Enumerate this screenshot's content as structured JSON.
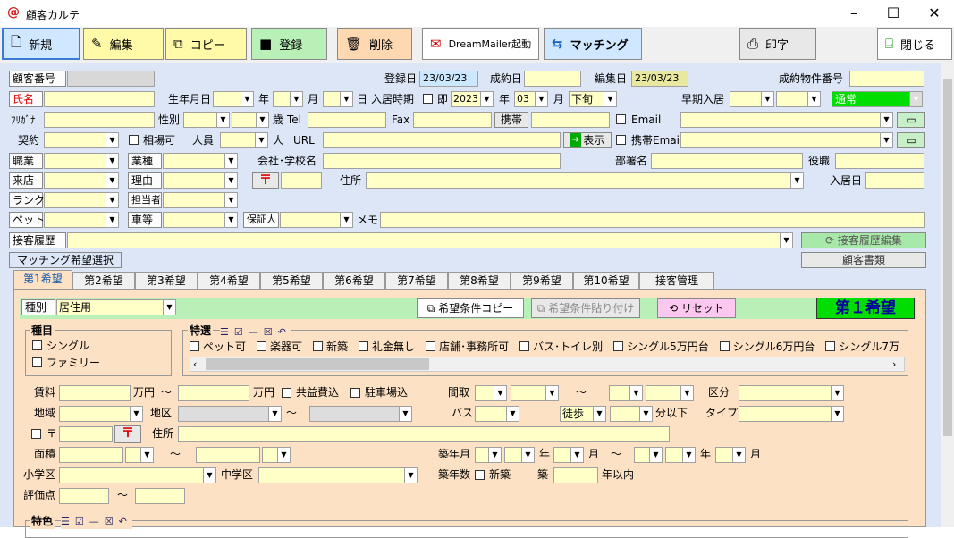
{
  "window": {
    "logo": "@",
    "title": "顧客カルテ",
    "min": "–",
    "max": "☐",
    "close": "✕"
  },
  "toolbar": {
    "new": "新規",
    "edit": "編集",
    "copy": "コピー",
    "register": "登録",
    "delete": "削除",
    "dreammailer": "DreamMailer起動",
    "matching": "マッチング",
    "print": "印字",
    "close": "閉じる"
  },
  "form": {
    "customer_no": "顧客番号",
    "reg_date": "登録日",
    "reg_date_val": "23/03/23",
    "contract_date": "成約日",
    "edit_date": "編集日",
    "edit_date_val": "23/03/23",
    "contract_prop": "成約物件番号",
    "name": "氏名",
    "birth": "生年月日",
    "year": "年",
    "month": "月",
    "day": "日",
    "move_in_time": "入居時期",
    "immediate": "即",
    "move_year": "2023",
    "move_month": "03",
    "move_period": "下旬",
    "early": "早期入居",
    "status": "通常",
    "kana": "ﾌﾘｶﾞﾅ",
    "gender": "性別",
    "age": "歳",
    "tel": "Tel",
    "fax": "Fax",
    "mobile": "携帯",
    "email": "Email",
    "contract": "契約",
    "aihoka": "相場可",
    "members": "人員",
    "person": "人",
    "url": "URL",
    "show": "表示",
    "mobile_email": "携帯Email",
    "job": "職業",
    "industry": "業種",
    "company": "会社･学校名",
    "dept": "部署名",
    "position": "役職",
    "visit": "来店",
    "reason": "理由",
    "postal": "〒",
    "address": "住所",
    "move_in_date": "入居日",
    "rank": "ランク",
    "staff": "担当者",
    "pet": "ペット",
    "car": "車等",
    "guarantor": "保証人",
    "memo": "メモ",
    "history": "接客履歴",
    "history_edit": "接客履歴編集",
    "docs": "顧客書類",
    "match_select": "マッチング希望選択"
  },
  "tabs": [
    "第1希望",
    "第2希望",
    "第3希望",
    "第4希望",
    "第5希望",
    "第6希望",
    "第7希望",
    "第8希望",
    "第9希望",
    "第10希望",
    "接客管理"
  ],
  "panel": {
    "type_label": "種別",
    "type_val": "居住用",
    "copy_cond": "希望条件コピー",
    "paste_cond": "希望条件貼り付け",
    "reset": "リセット",
    "badge": "第１希望",
    "kind": "種目",
    "single": "シングル",
    "family": "ファミリー",
    "feature_sel": "特選",
    "features": [
      "ペット可",
      "楽器可",
      "新築",
      "礼金無し",
      "店舗･事務所可",
      "バス･トイレ別",
      "シングル5万円台",
      "シングル6万円台",
      "シングル7万"
    ],
    "rent": "賃料",
    "man_yen": "万円",
    "tilde": "～",
    "kyoeki": "共益費込",
    "parking": "駐車場込",
    "madori": "間取",
    "kubun": "区分",
    "area": "地域",
    "district": "地区",
    "bus": "バス",
    "walk": "徒歩",
    "minutes": "分以下",
    "type": "タイプ",
    "postal": "〒",
    "address": "住所",
    "menseki": "面積",
    "built": "築年月",
    "nen": "年",
    "tsuki": "月",
    "elem": "小学区",
    "middle": "中学区",
    "age_years": "築年数",
    "new_build": "新築",
    "chiku": "築",
    "within": "年以内",
    "score": "評価点",
    "tokushoku": "特色"
  },
  "colors": {
    "bg": "#dce6f6",
    "input": "#ffffc8",
    "panel": "#fde1c4",
    "status": "#00dd00"
  }
}
